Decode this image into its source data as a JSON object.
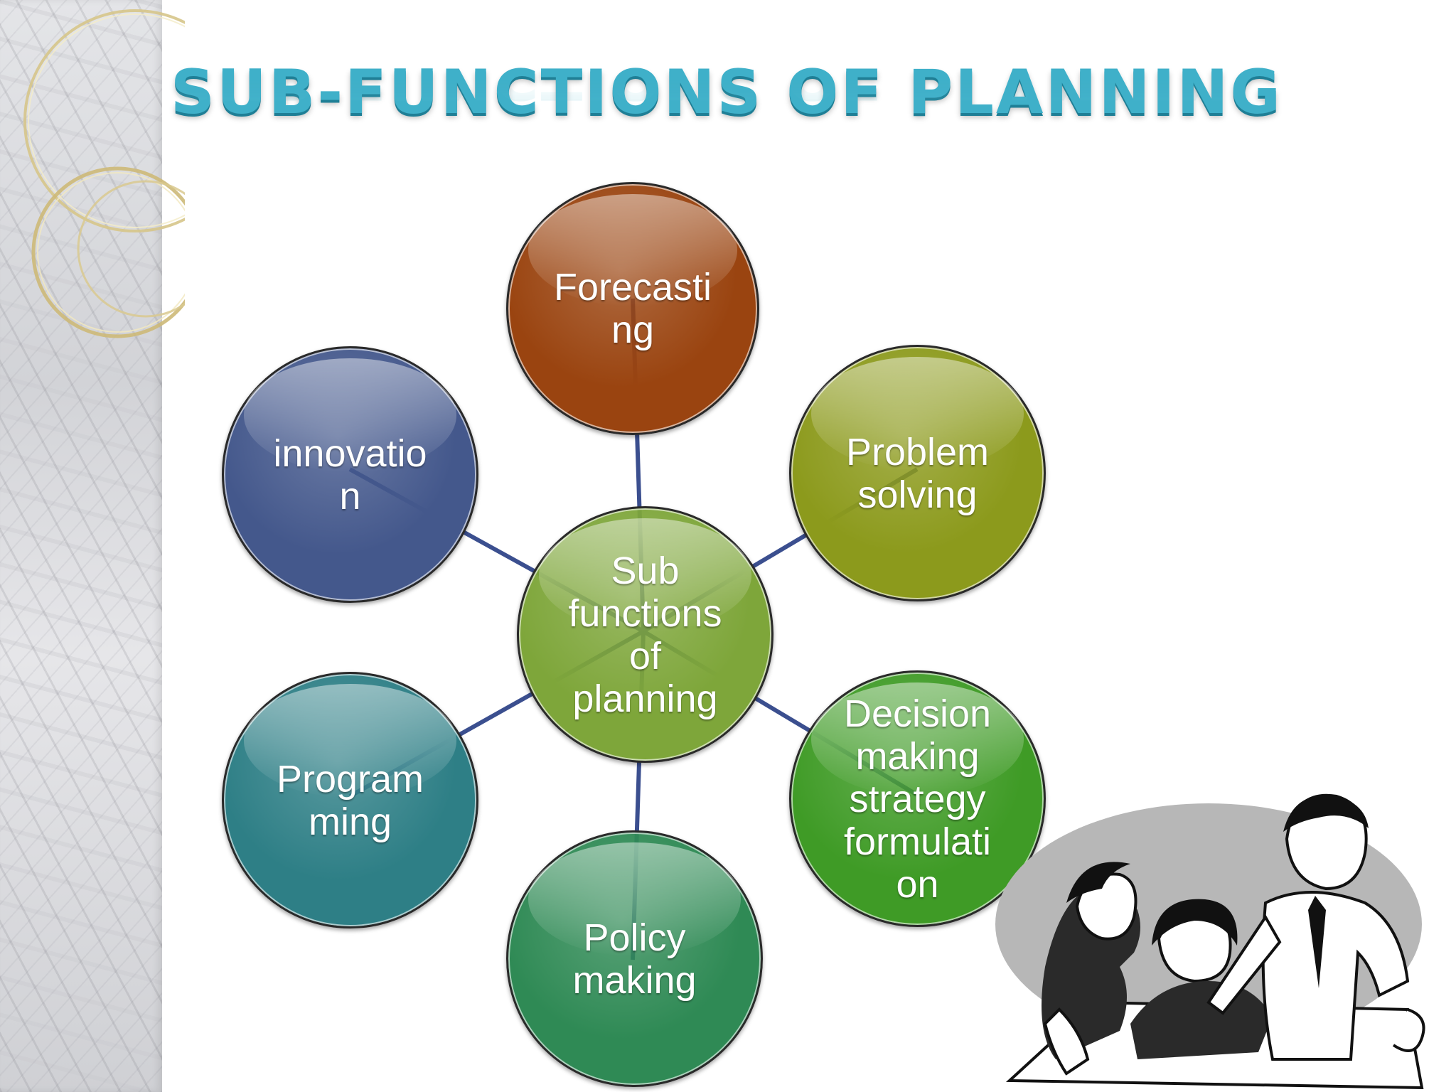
{
  "slide": {
    "title": "SUB-FUNCTIONS OF PLANNING"
  },
  "diagram": {
    "center": {
      "label": "Sub\nfunctions\nof\nplanning",
      "color": "#7ea63a"
    },
    "nodes": [
      {
        "id": "forecasting",
        "label": "Forecasti\nng",
        "color": "#9a4410"
      },
      {
        "id": "problem-solving",
        "label": "Problem\nsolving",
        "color": "#8c9a1c"
      },
      {
        "id": "decision-making",
        "label": "Decision\nmaking\nstrategy\nformulati\non",
        "color": "#3f9b26"
      },
      {
        "id": "policy-making",
        "label": "Policy\nmaking",
        "color": "#2f8a55"
      },
      {
        "id": "programming",
        "label": "Program\nming",
        "color": "#2e7f86"
      },
      {
        "id": "innovation",
        "label": "innovatio\nn",
        "color": "#44588c"
      }
    ],
    "connector_color": "#3b4f8f"
  },
  "decor": {
    "clipart": "people-planning-clipart",
    "marble": "marble-strip",
    "rings": "gold-rings"
  }
}
